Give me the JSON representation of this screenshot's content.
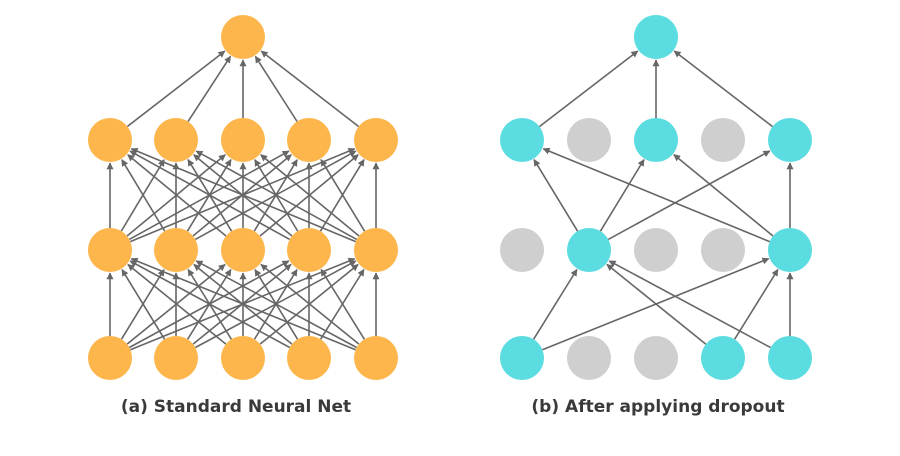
{
  "colors": {
    "standard_node": "#FDB64B",
    "active_node": "#5ADCE0",
    "dropped_node": "#CFCFCF",
    "edge": "#666666",
    "caption": "#3a3a3a"
  },
  "panels": [
    {
      "id": "standard",
      "caption": "(a) Standard Neural Net",
      "layers": [
        [
          "active",
          "active",
          "active",
          "active",
          "active"
        ],
        [
          "active",
          "active",
          "active",
          "active",
          "active"
        ],
        [
          "active",
          "active",
          "active",
          "active",
          "active"
        ],
        [
          "active"
        ]
      ],
      "connectivity": "full"
    },
    {
      "id": "dropout",
      "caption": "(b) After applying dropout",
      "layers": [
        [
          "active",
          "dropped",
          "dropped",
          "active",
          "active"
        ],
        [
          "dropped",
          "active",
          "dropped",
          "dropped",
          "active"
        ],
        [
          "active",
          "dropped",
          "active",
          "dropped",
          "active"
        ],
        [
          "active"
        ]
      ],
      "connectivity": "active-only"
    }
  ]
}
